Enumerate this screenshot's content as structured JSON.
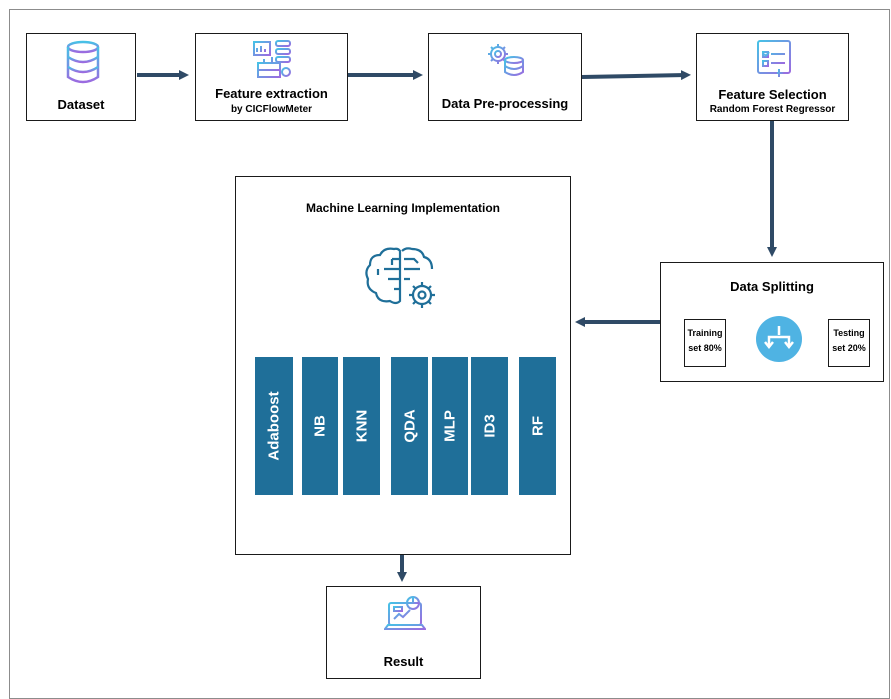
{
  "nodes": {
    "dataset": {
      "label": "Dataset",
      "icon": "database-icon"
    },
    "feature_extraction": {
      "label": "Feature extraction",
      "sub": "by CICFlowMeter",
      "icon": "analytics-icon"
    },
    "preprocessing": {
      "label": "Data Pre-processing",
      "icon": "data-gear-icon"
    },
    "feature_selection": {
      "label": "Feature Selection",
      "sub": "Random Forest Regressor",
      "icon": "checklist-icon"
    },
    "splitting": {
      "label": "Data Splitting",
      "training_line1": "Training",
      "training_line2": "set 80%",
      "testing_line1": "Testing",
      "testing_line2": "set 20%",
      "icon": "split-icon"
    },
    "ml": {
      "label": "Machine Learning Implementation",
      "icon": "brain-gear-icon",
      "models": [
        "Adaboost",
        "NB",
        "KNN",
        "QDA",
        "MLP",
        "ID3",
        "RF"
      ]
    },
    "result": {
      "label": "Result",
      "icon": "laptop-chart-icon"
    }
  },
  "colors": {
    "arrow": "#2f4a66",
    "model_bar": "#1f6f99",
    "split_circle": "#4fb3e3"
  }
}
